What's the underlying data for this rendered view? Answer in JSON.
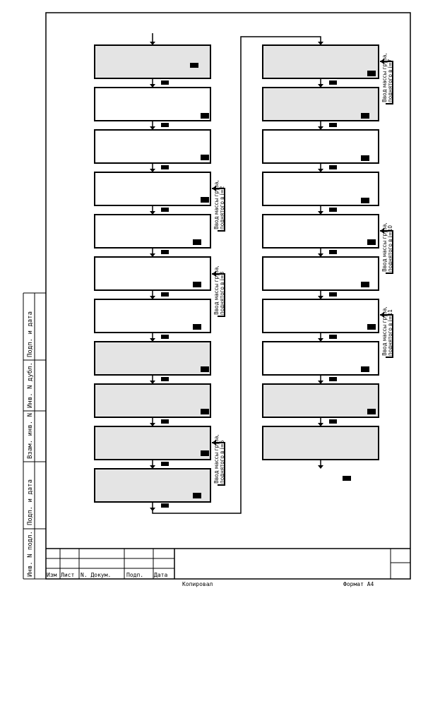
{
  "side_stamp": {
    "cells": [
      "Инв. N подл.",
      "Подп. и дата",
      "Взам. инв. N",
      "Инв. N дубл.",
      "Подп. и дата"
    ]
  },
  "title_block": {
    "headers": [
      "Изм",
      "Лист",
      "N. Докум.",
      "Подп.",
      "Дата"
    ]
  },
  "footer": {
    "copied": "Копировал",
    "format": "Формат А4"
  },
  "annotations": {
    "lines": [
      "Ввод массы груза,",
      "поднятого в i=2"
    ],
    "i3": [
      "Ввод массы груза,",
      "поднятого в i=3"
    ],
    "i6": [
      "Ввод массы груза,",
      "поднятого в i=6"
    ],
    "i7": [
      "Ввод массы груза,",
      "поднятого в i=7"
    ],
    "i10": [
      "Ввод массы груза,",
      "поднятого в i=10"
    ],
    "i11": [
      "Ввод массы груза,",
      "поднятого в i=11"
    ]
  },
  "colors": {
    "shaded_screen": "#e4e4e4",
    "plain_screen": "#ffffff",
    "line": "#000000"
  }
}
